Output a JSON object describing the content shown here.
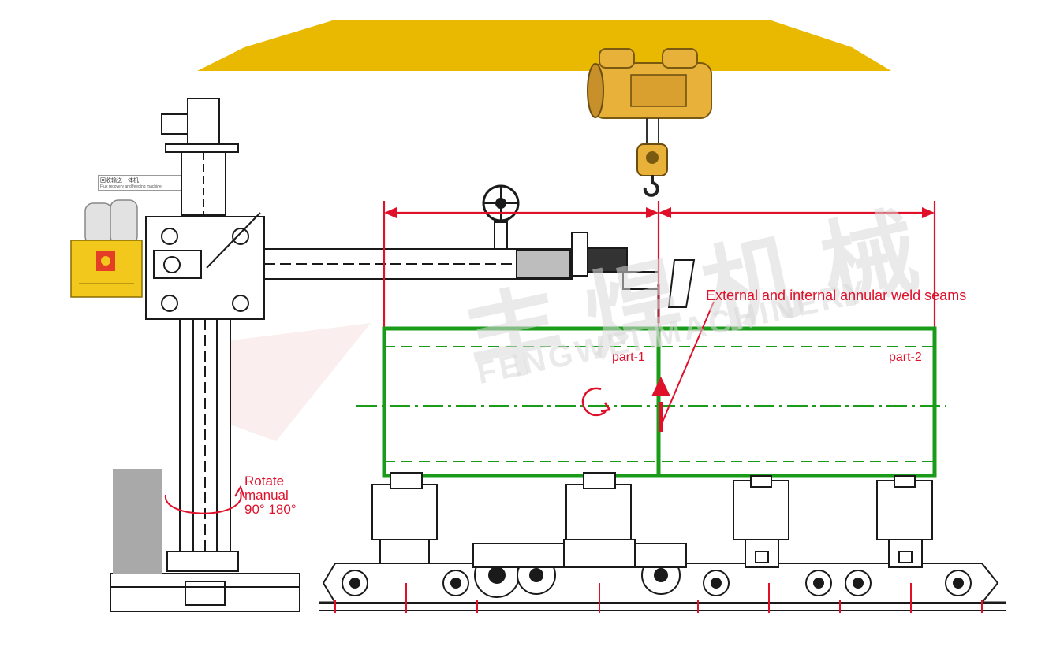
{
  "labels": {
    "weld_seams": "External and internal annular weld seams",
    "part1": "part-1",
    "part2": "part-2",
    "rotate_line1": "Rotate",
    "rotate_line2": "manual",
    "rotate_line3": "90°  180°"
  },
  "watermark": {
    "brand_cn": "丰 焊 机 械",
    "brand_en": "FENGWEI MACHINERY"
  },
  "control_box": {
    "caption_cn": "回收输送一体机",
    "caption_en": "Flux recovery and feeding machine"
  },
  "colors": {
    "pipe_green": "#1a9c1a",
    "dim_red": "#e0102a",
    "beam_yellow": "#e9b800",
    "hoist_yellow": "#e8b13a",
    "control_yellow": "#f2c81c",
    "line_dark": "#1a1a1a",
    "pedestal_gray": "#a9a9a9"
  }
}
